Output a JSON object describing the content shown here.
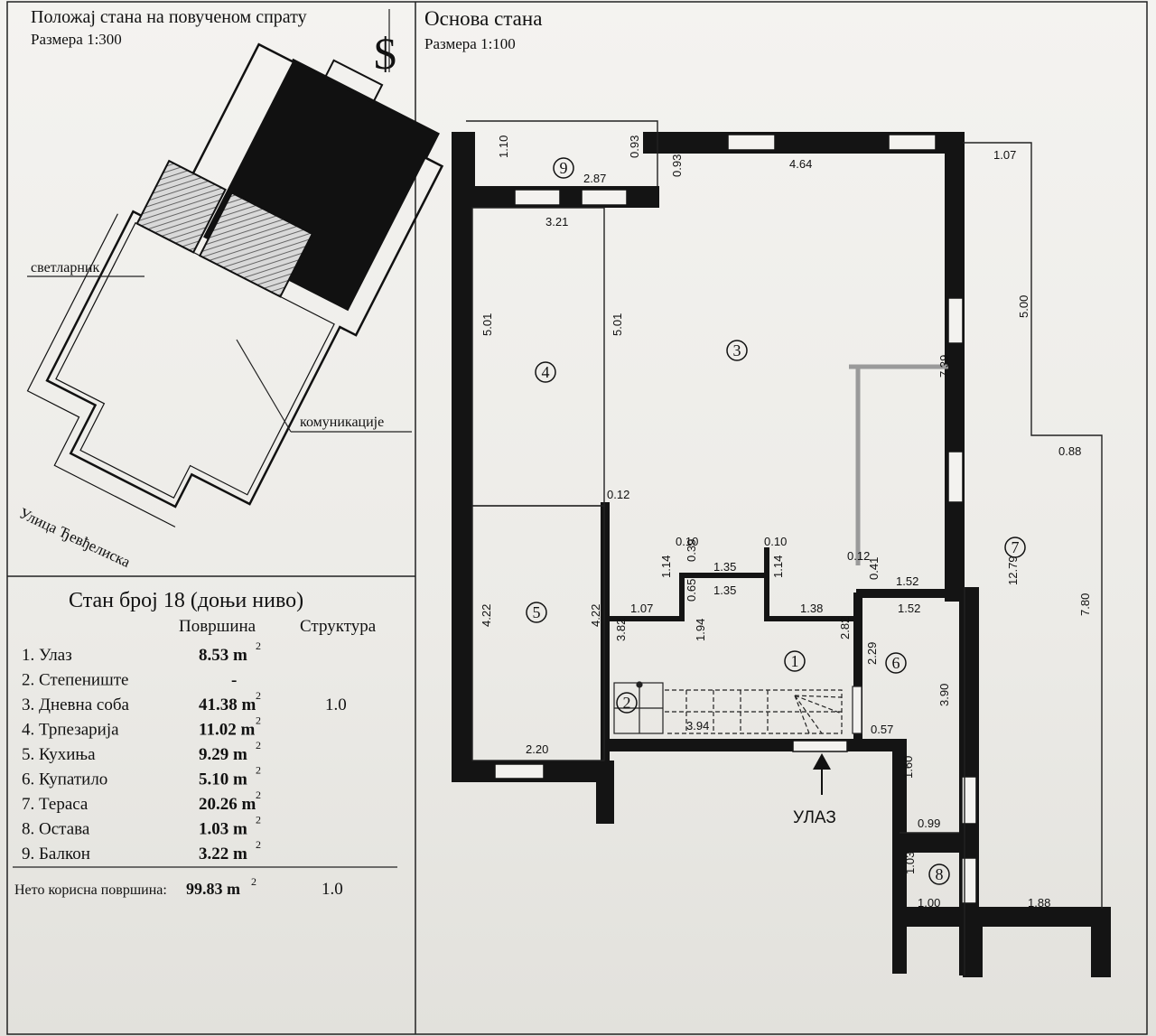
{
  "site_panel": {
    "title": "Положај стана на повученом спрату",
    "scale": "Размера 1:300",
    "north_symbol": "$",
    "label_light": "светларник",
    "label_comm": "комуникације",
    "street": "Улица Ђевђелиска"
  },
  "plan_panel": {
    "title": "Основа стана",
    "scale": "Размера 1:100",
    "entrance": "УЛАЗ",
    "room_numbers": [
      "1",
      "2",
      "3",
      "4",
      "5",
      "6",
      "7",
      "8",
      "9"
    ],
    "dimensions": {
      "d_1_10": "1.10",
      "d_0_93a": "0.93",
      "d_2_87": "2.87",
      "d_0_93b": "0.93",
      "d_4_64": "4.64",
      "d_1_07": "1.07",
      "d_3_21": "3.21",
      "d_5_01a": "5.01",
      "d_5_01b": "5.01",
      "d_5_00": "5.00",
      "d_7_39": "7.39",
      "d_0_88": "0.88",
      "d_0_12a": "0.12",
      "d_0_10a": "0.10",
      "d_0_39": "0.39",
      "d_1_35a": "1.35",
      "d_0_10b": "0.10",
      "d_1_14a": "1.14",
      "d_0_65": "0.65",
      "d_1_35b": "1.35",
      "d_1_14b": "1.14",
      "d_0_12b": "0.12",
      "d_0_41": "0.41",
      "d_1_52a": "1.52",
      "d_1_52b": "1.52",
      "d_12_79": "12.79",
      "d_4_22a": "4.22",
      "d_4_22b": "4.22",
      "d_1_07b": "1.07",
      "d_1_38": "1.38",
      "d_3_82": "3.82",
      "d_1_94": "1.94",
      "d_2_82": "2.82",
      "d_2_29": "2.29",
      "d_7_80": "7.80",
      "d_3_94": "3.94",
      "d_0_57": "0.57",
      "d_3_90": "3.90",
      "d_2_20": "2.20",
      "d_1_60": "1.60",
      "d_0_99": "0.99",
      "d_1_03": "1.03",
      "d_1_00": "1.00",
      "d_1_88": "1.88"
    }
  },
  "table": {
    "title": "Стан број 18 (доњи ниво)",
    "col_area": "Површина",
    "col_struct": "Структура",
    "rows": [
      {
        "name": "1. Улаз",
        "area": "8.53 m",
        "struct": ""
      },
      {
        "name": "2. Степениште",
        "area": "-",
        "struct": ""
      },
      {
        "name": "3. Дневна соба",
        "area": "41.38 m",
        "struct": "1.0"
      },
      {
        "name": "4. Трпезарија",
        "area": "11.02 m",
        "struct": ""
      },
      {
        "name": "5. Кухиња",
        "area": "9.29 m",
        "struct": ""
      },
      {
        "name": "6. Купатило",
        "area": "5.10 m",
        "struct": ""
      },
      {
        "name": "7. Тераса",
        "area": "20.26 m",
        "struct": ""
      },
      {
        "name": "8. Остава",
        "area": "1.03 m",
        "struct": ""
      },
      {
        "name": "9. Балкон",
        "area": "3.22 m",
        "struct": ""
      }
    ],
    "sup": "2",
    "total_label": "Нето корисна површина:",
    "total_value": "99.83 m",
    "total_struct": "1.0"
  },
  "colors": {
    "wall": "#141414",
    "hatch": "#777777",
    "line": "#222222",
    "partition": "#9a9a9a"
  }
}
